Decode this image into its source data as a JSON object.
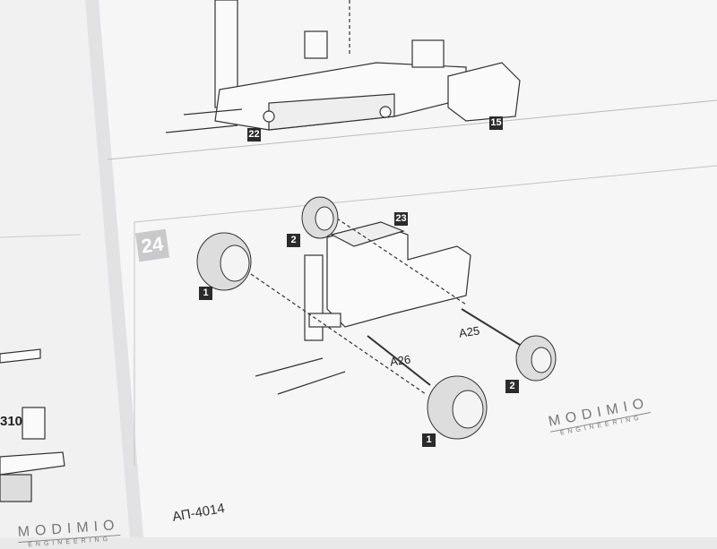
{
  "callouts": {
    "top_22": "22",
    "top_15": "15",
    "step": "24",
    "part_23": "23",
    "wheel_2_rear_top": "2",
    "wheel_1_front_left": "1",
    "wheel_2_rear_right": "2",
    "wheel_1_front_bottom": "1",
    "axle_a25": "A25",
    "axle_a26": "A26",
    "left_page_part": "310"
  },
  "logo_right": {
    "brand": "MODIMIO",
    "sub": "ENGINEERING"
  },
  "logo_left": {
    "brand": "MODIMIO",
    "sub": "ENGINEERING"
  },
  "product_code": "АП-4014",
  "colors": {
    "paper": "#f4f4f5",
    "ink": "#2b2b2b",
    "step_badge": "#c9c9cb"
  }
}
